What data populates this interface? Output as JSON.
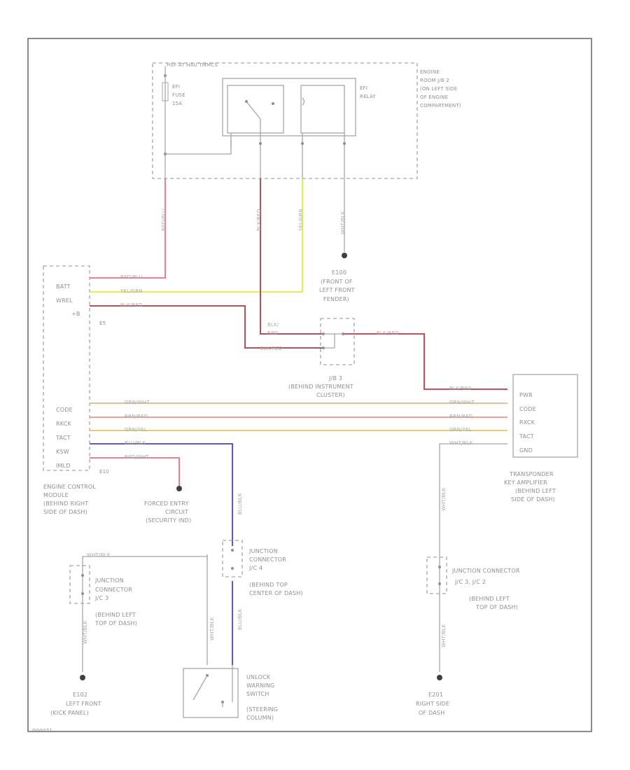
{
  "fuse_box": {
    "title": "HSF AT HAU TMMCS",
    "fuse": [
      "EFI",
      "FUSE",
      "15A"
    ],
    "relay": [
      "EFI",
      "RELAY"
    ],
    "location": [
      "ENGINE",
      "ROOM J/B 2",
      "(ON LEFT SIDE",
      "OF ENGINE",
      "COMPARTMENT)"
    ]
  },
  "ecm": {
    "pins": [
      "BATT",
      "WREL",
      "+B",
      "CODE",
      "RKCK",
      "TACT",
      "KSW",
      "IMLD"
    ],
    "connector_top": "E5",
    "connector_bottom": "E10",
    "location": [
      "ENGINE CONTROL",
      "MODULE",
      "(BEHIND RIGHT",
      "SIDE OF DASH)"
    ]
  },
  "ground_e100": [
    "E100",
    "(FRONT OF",
    "LEFT FRONT",
    "FENDER)"
  ],
  "jb3": {
    "left_wire": [
      "BLK/",
      "RED",
      "BLK/RED"
    ],
    "location": [
      "J/B 3",
      "(BEHIND INSTRUMENT",
      "CLUSTER)"
    ]
  },
  "transponder": {
    "pins": [
      "PWR",
      "CODE",
      "RXCK",
      "TACT",
      "GND"
    ],
    "location": [
      "TRANSPONDER",
      "KEY AMPLIFIER",
      "(BEHIND LEFT",
      "SIDE OF DASH)"
    ]
  },
  "forced_entry": [
    "FORCED ENTRY",
    "CIRCUIT",
    "(SECURITY IND)"
  ],
  "jc_left": [
    "JUNCTION",
    "CONNECTOR",
    "J/C 3",
    "(BEHIND LEFT",
    "TOP OF DASH)"
  ],
  "jc_center": [
    "JUNCTION",
    "CONNECTOR",
    "J/C 4",
    "(BEHIND TOP",
    "CENTER OF DASH)"
  ],
  "jc_right": [
    "JUNCTION CONNECTOR",
    "J/C 3, J/C 2",
    "(BEHIND LEFT",
    "TOP OF DASH)"
  ],
  "unlock_switch": [
    "UNLOCK",
    "WARNING",
    "SWITCH",
    "(STEERING",
    "COLUMN)"
  ],
  "ground_e102": [
    "E102",
    "LEFT FRONT",
    "(KICK PANEL)"
  ],
  "ground_e201": [
    "E201",
    "RIGHT SIDE",
    "OF DASH"
  ],
  "wire_labels": {
    "batt": "RED/BLU",
    "wrel": "YEL/GRN",
    "plusb": "BLK/RED",
    "code": "GRN/WHT",
    "rkck": "BRN/RED",
    "tact": "GRN/YEL",
    "ksw": "BLU/BLK",
    "imld": "RED/WHT",
    "pwr": "BLK/RED",
    "gnd": "WHT/BLK",
    "v1": "RED/BLU",
    "v2": "BLK/RED",
    "v3": "YEL/GRN",
    "v4": "WHT/BLK",
    "jc4_up": "BLU/BLK",
    "jc4_down": "BLU/BLK",
    "switch": "WHT/BLK",
    "jcL": "WHT/BLK",
    "jcL_down": "WHT/BLK",
    "jcR_up": "WHT/BLK",
    "jcR_down": "WHT/BLK"
  },
  "footer_code": "G00071",
  "colors": {
    "red": "#e8838b",
    "yellow": "#e6ee55",
    "dark_red": "#a8545c",
    "orange": "#e4c092",
    "salmon": "#e7a69c",
    "gold": "#e3cd7a",
    "blue": "#5a5ad2"
  }
}
